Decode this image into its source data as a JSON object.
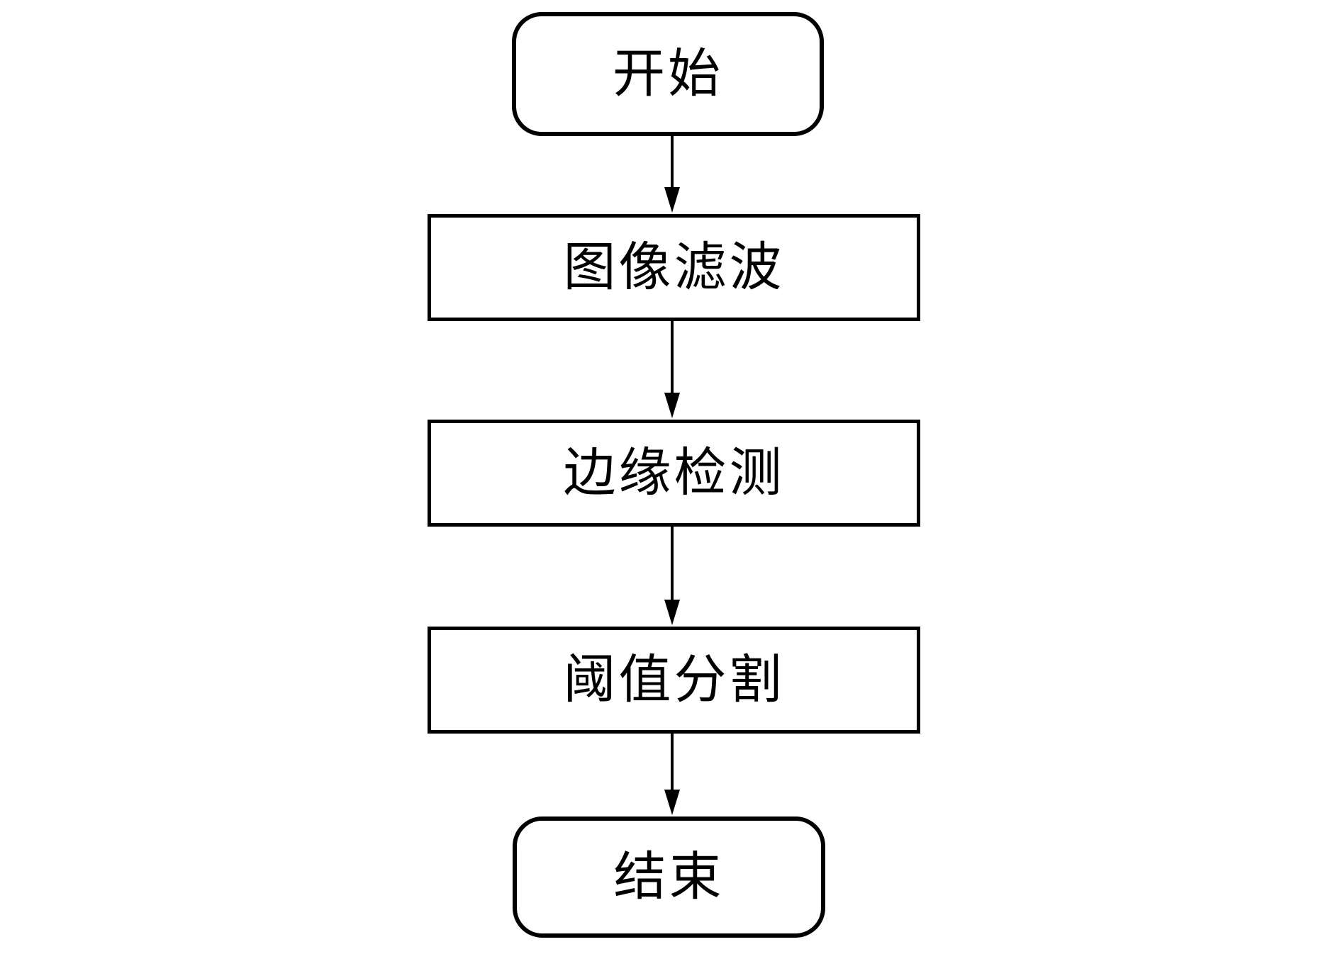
{
  "diagram": {
    "type": "flowchart",
    "orientation": "top-to-bottom",
    "background_color": "#ffffff",
    "stroke_color": "#000000",
    "text_color": "#000000",
    "nodes": [
      {
        "id": "start",
        "type": "terminator",
        "label": "开始"
      },
      {
        "id": "image-filtering",
        "type": "process",
        "label": "图像滤波"
      },
      {
        "id": "edge-detection",
        "type": "process",
        "label": "边缘检测"
      },
      {
        "id": "threshold-segmentation",
        "type": "process",
        "label": "阈值分割"
      },
      {
        "id": "end",
        "type": "terminator",
        "label": "结束"
      }
    ],
    "edges": [
      {
        "from": "start",
        "to": "image-filtering",
        "style": "solid-arrow"
      },
      {
        "from": "image-filtering",
        "to": "edge-detection",
        "style": "solid-arrow"
      },
      {
        "from": "edge-detection",
        "to": "threshold-segmentation",
        "style": "solid-arrow"
      },
      {
        "from": "threshold-segmentation",
        "to": "end",
        "style": "solid-arrow"
      }
    ]
  }
}
